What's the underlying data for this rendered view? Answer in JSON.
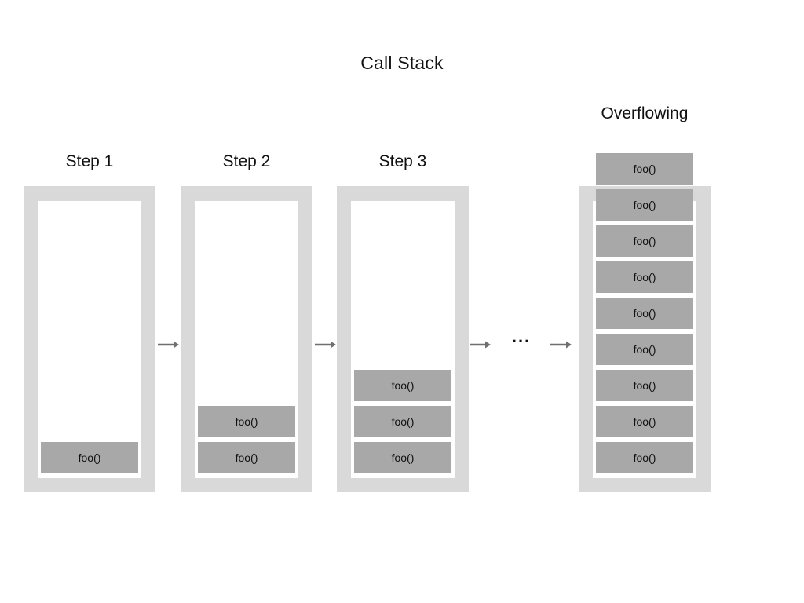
{
  "title": "Call Stack",
  "ellipsis": "...",
  "colors": {
    "container": "#d9d9d9",
    "inner": "#ffffff",
    "frame": "#a8a8a8",
    "arrow": "#6f6f6f",
    "text": "#111111"
  },
  "diagram": {
    "type": "call-stack-growth-steps",
    "frame_label": "foo()",
    "stacks": [
      {
        "label": "Step 1",
        "overflowing": false,
        "frames": [
          "foo()"
        ]
      },
      {
        "label": "Step 2",
        "overflowing": false,
        "frames": [
          "foo()",
          "foo()"
        ]
      },
      {
        "label": "Step 3",
        "overflowing": false,
        "frames": [
          "foo()",
          "foo()",
          "foo()"
        ]
      },
      {
        "label": "Overflowing",
        "overflowing": true,
        "frames": [
          "foo()",
          "foo()",
          "foo()",
          "foo()",
          "foo()",
          "foo()",
          "foo()",
          "foo()",
          "foo()"
        ]
      }
    ],
    "connectors": [
      "arrow",
      "arrow",
      "arrow",
      "ellipsis",
      "arrow"
    ]
  }
}
